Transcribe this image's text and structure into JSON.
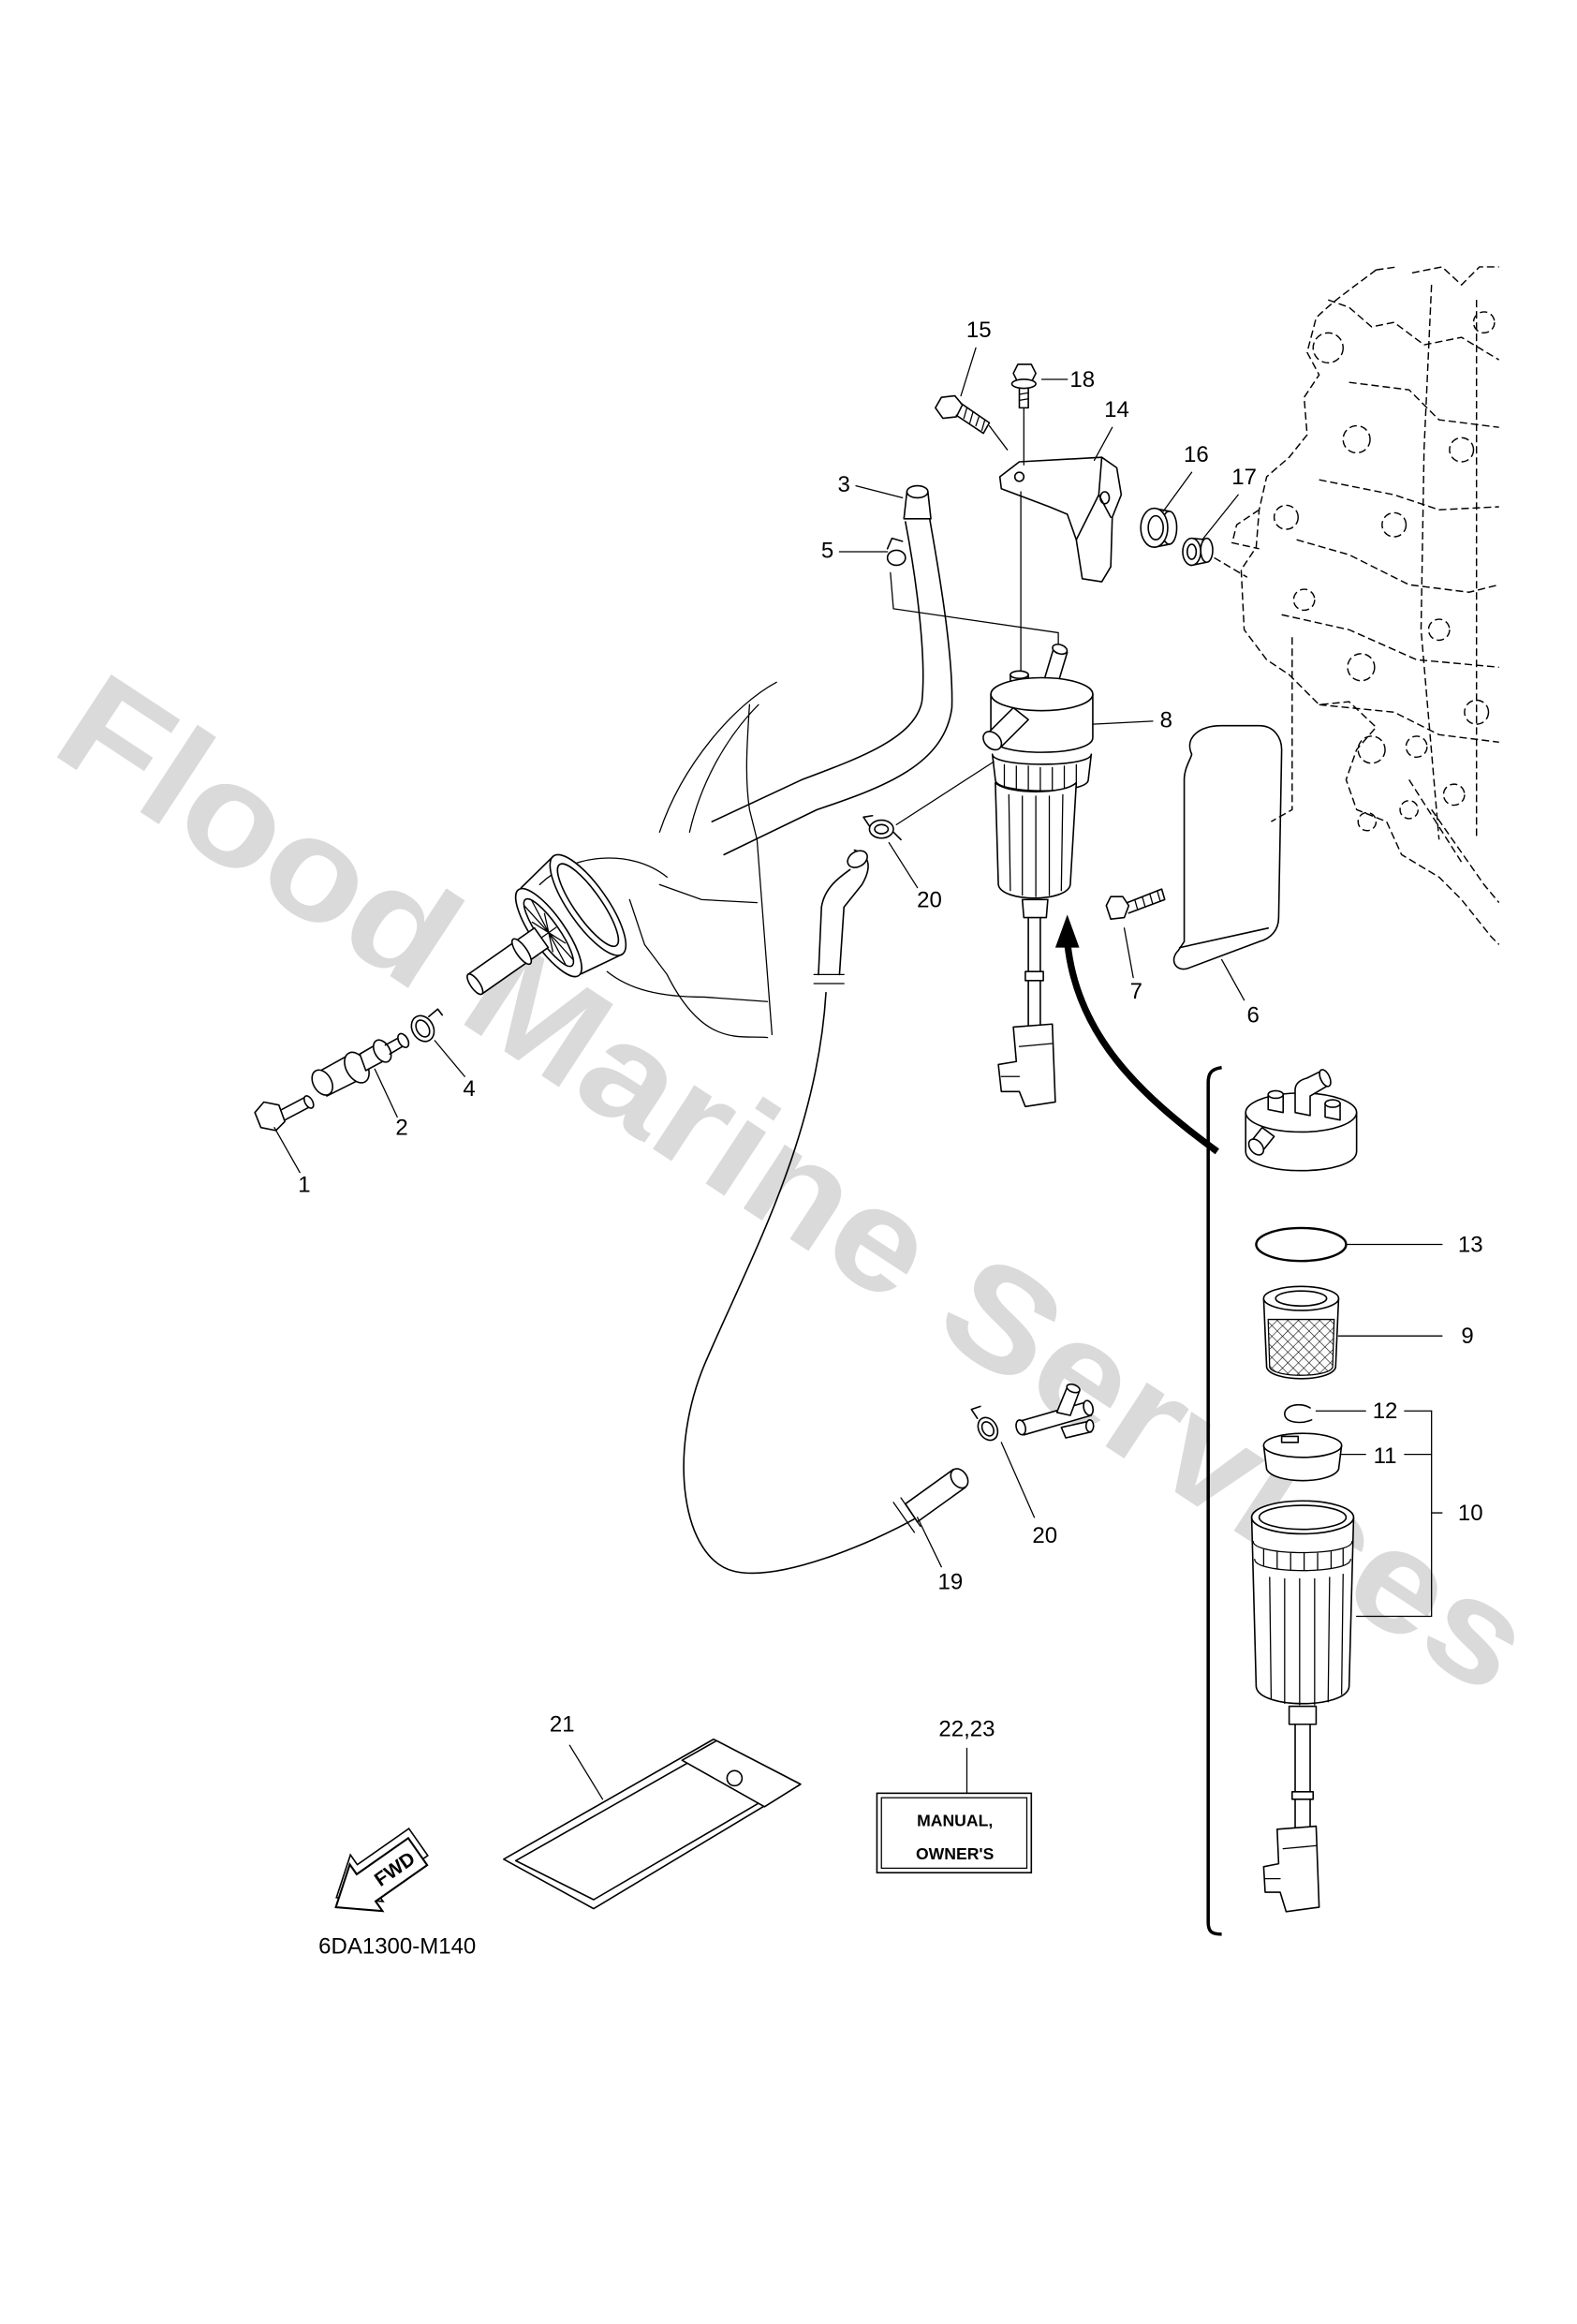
{
  "diagram": {
    "callouts": [
      "15",
      "18",
      "14",
      "16",
      "17",
      "3",
      "5",
      "8",
      "20",
      "7",
      "6",
      "4",
      "2",
      "1",
      "13",
      "9",
      "12",
      "11",
      "10",
      "20",
      "19",
      "21",
      "22,23"
    ],
    "manual_label": {
      "line1": "MANUAL,",
      "line2": "OWNER'S"
    },
    "fwd_label": "FWD",
    "diagram_code": "6DA1300-M140",
    "watermark": "Flood Marine Services"
  },
  "colors": {
    "line": "#000000",
    "watermark": "#dadada",
    "background": "#ffffff"
  }
}
